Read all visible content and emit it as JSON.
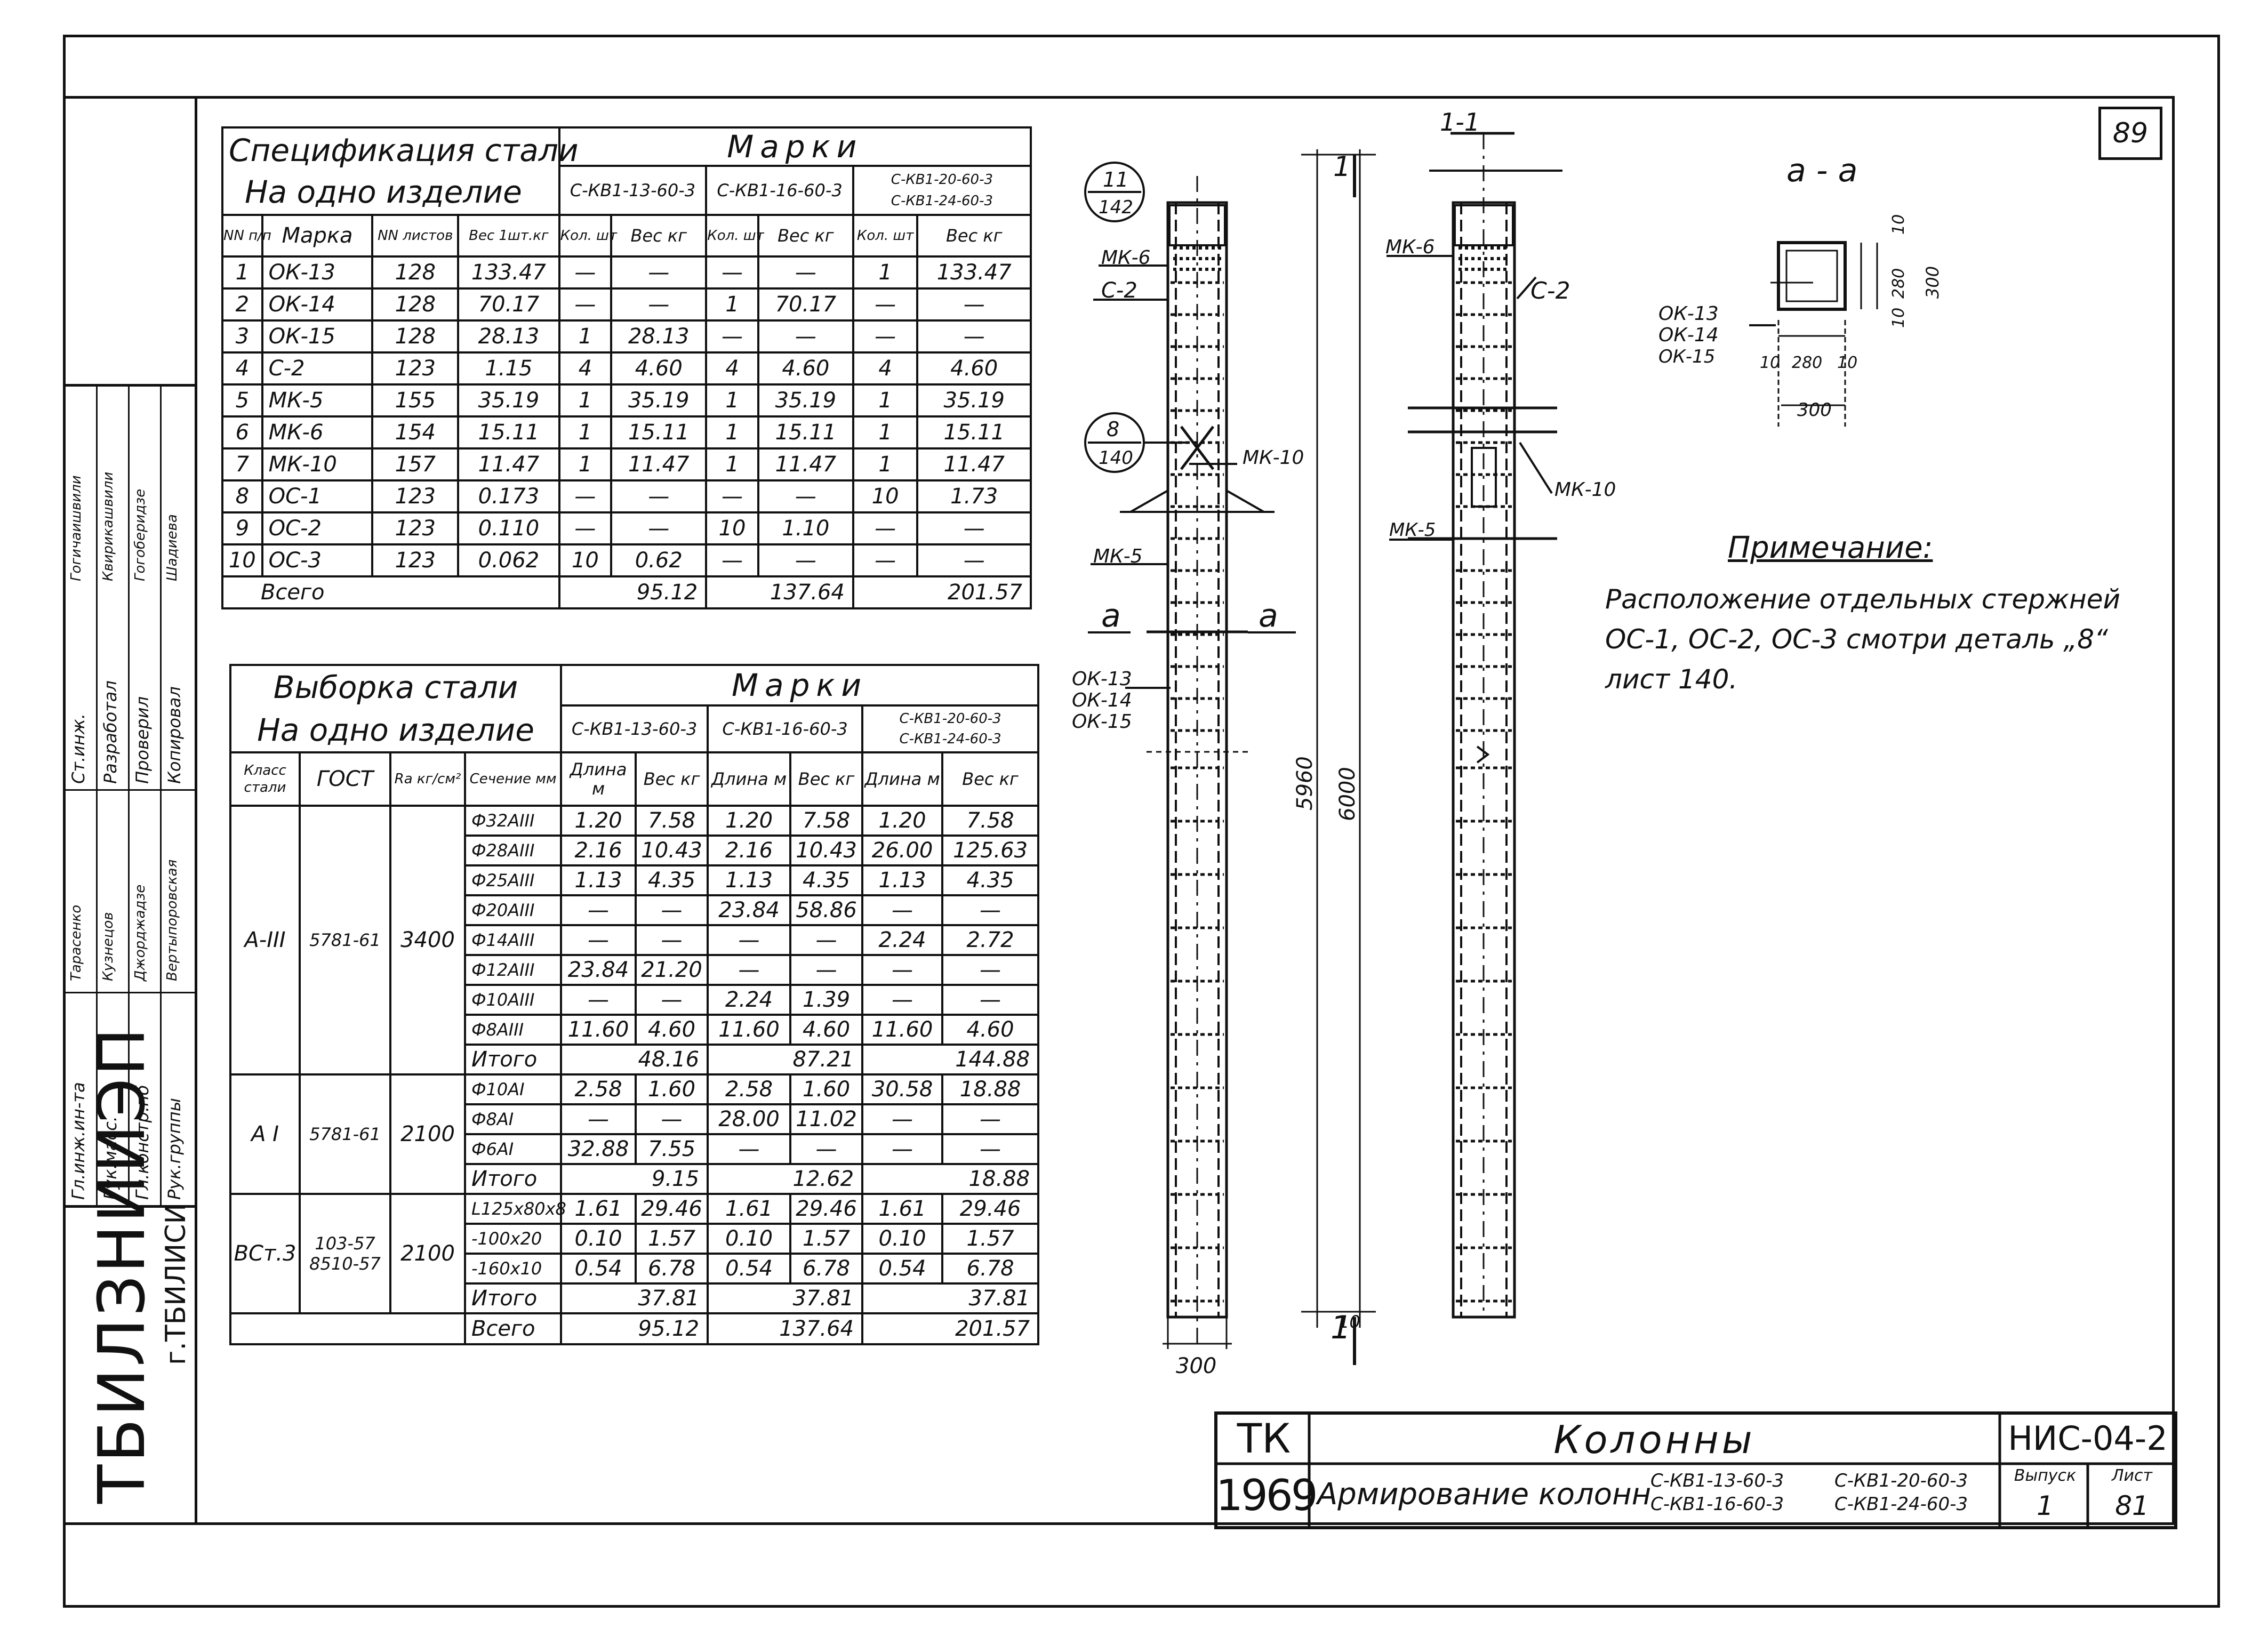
{
  "sheet_number": "89",
  "org": {
    "name": "ТБИЛЗНИИЭП",
    "city": "г.ТБИЛИСИ"
  },
  "signatures": {
    "roles": [
      "Гл.инж.ин-та",
      "Рук.масс.",
      "Гл.констр.пб",
      "Рук.группы"
    ],
    "names": [
      "Тарасенко",
      "Кузнецов",
      "Джорджадзе",
      "Вертыпоровская"
    ],
    "roles2": [
      "Ст.инж.",
      "Разработал",
      "Проверил",
      "Копировал"
    ],
    "names2": [
      "Гогичаишвили",
      "Квирикашвили",
      "Гогоберидзе",
      "Шадиева"
    ]
  },
  "spec": {
    "title_line1": "Спецификация стали",
    "title_line2": "На одно изделие",
    "marks_header": "Марки",
    "brands": [
      "С-КВ1-13-60-3",
      "С-КВ1-16-60-3",
      "С-КВ1-20-60-3",
      "С-КВ1-24-60-3"
    ],
    "col_headers": [
      "NN п/п",
      "Марка",
      "NN листов",
      "Вес 1шт.кг",
      "Кол. шт",
      "Вес кг",
      "Кол. шт",
      "Вес кг",
      "Кол. шт",
      "Вес кг"
    ],
    "rows": [
      [
        "1",
        "ОК-13",
        "128",
        "133.47",
        "—",
        "—",
        "—",
        "—",
        "1",
        "133.47"
      ],
      [
        "2",
        "ОК-14",
        "128",
        "70.17",
        "—",
        "—",
        "1",
        "70.17",
        "—",
        "—"
      ],
      [
        "3",
        "ОК-15",
        "128",
        "28.13",
        "1",
        "28.13",
        "—",
        "—",
        "—",
        "—"
      ],
      [
        "4",
        "С-2",
        "123",
        "1.15",
        "4",
        "4.60",
        "4",
        "4.60",
        "4",
        "4.60"
      ],
      [
        "5",
        "МК-5",
        "155",
        "35.19",
        "1",
        "35.19",
        "1",
        "35.19",
        "1",
        "35.19"
      ],
      [
        "6",
        "МК-6",
        "154",
        "15.11",
        "1",
        "15.11",
        "1",
        "15.11",
        "1",
        "15.11"
      ],
      [
        "7",
        "МК-10",
        "157",
        "11.47",
        "1",
        "11.47",
        "1",
        "11.47",
        "1",
        "11.47"
      ],
      [
        "8",
        "ОС-1",
        "123",
        "0.173",
        "—",
        "—",
        "—",
        "—",
        "10",
        "1.73"
      ],
      [
        "9",
        "ОС-2",
        "123",
        "0.110",
        "—",
        "—",
        "10",
        "1.10",
        "—",
        "—"
      ],
      [
        "10",
        "ОС-3",
        "123",
        "0.062",
        "10",
        "0.62",
        "—",
        "—",
        "—",
        "—"
      ]
    ],
    "total_label": "Всего",
    "totals": [
      "95.12",
      "137.64",
      "201.57"
    ]
  },
  "selection": {
    "title_line1": "Выборка стали",
    "title_line2": "На одно изделие",
    "marks_header": "Марки",
    "brands": [
      "С-КВ1-13-60-3",
      "С-КВ1-16-60-3",
      "С-КВ1-20-60-3",
      "С-КВ1-24-60-3"
    ],
    "col_headers": [
      "Класс стали",
      "ГОСТ",
      "Rа кг/см²",
      "Сечение мм",
      "Длина м",
      "Вес кг",
      "Длина м",
      "Вес кг",
      "Длина м",
      "Вес кг"
    ],
    "groups": [
      {
        "cls": "А-III",
        "gost": "5781-61",
        "ra": "3400",
        "rows": [
          [
            "Ф32АIII",
            "1.20",
            "7.58",
            "1.20",
            "7.58",
            "1.20",
            "7.58"
          ],
          [
            "Ф28АIII",
            "2.16",
            "10.43",
            "2.16",
            "10.43",
            "26.00",
            "125.63"
          ],
          [
            "Ф25АIII",
            "1.13",
            "4.35",
            "1.13",
            "4.35",
            "1.13",
            "4.35"
          ],
          [
            "Ф20АIII",
            "—",
            "—",
            "23.84",
            "58.86",
            "—",
            "—"
          ],
          [
            "Ф14АIII",
            "—",
            "—",
            "—",
            "—",
            "2.24",
            "2.72"
          ],
          [
            "Ф12АIII",
            "23.84",
            "21.20",
            "—",
            "—",
            "—",
            "—"
          ],
          [
            "Ф10АIII",
            "—",
            "—",
            "2.24",
            "1.39",
            "—",
            "—"
          ],
          [
            "Ф8АIII",
            "11.60",
            "4.60",
            "11.60",
            "4.60",
            "11.60",
            "4.60"
          ]
        ],
        "total_label": "Итого",
        "totals": [
          "48.16",
          "87.21",
          "144.88"
        ]
      },
      {
        "cls": "А I",
        "gost": "5781-61",
        "ra": "2100",
        "rows": [
          [
            "Ф10АI",
            "2.58",
            "1.60",
            "2.58",
            "1.60",
            "30.58",
            "18.88"
          ],
          [
            "Ф8АI",
            "—",
            "—",
            "28.00",
            "11.02",
            "—",
            "—"
          ],
          [
            "Ф6АI",
            "32.88",
            "7.55",
            "—",
            "—",
            "—",
            "—"
          ]
        ],
        "total_label": "Итого",
        "totals": [
          "9.15",
          "12.62",
          "18.88"
        ]
      },
      {
        "cls": "ВСт.3",
        "gost": "103-57",
        "gost2": "8510-57",
        "ra": "2100",
        "rows": [
          [
            "L125х80х8",
            "1.61",
            "29.46",
            "1.61",
            "29.46",
            "1.61",
            "29.46"
          ],
          [
            "-100х20",
            "0.10",
            "1.57",
            "0.10",
            "1.57",
            "0.10",
            "1.57"
          ],
          [
            "-160х10",
            "0.54",
            "6.78",
            "0.54",
            "6.78",
            "0.54",
            "6.78"
          ]
        ],
        "total_label": "Итого",
        "totals": [
          "37.81",
          "37.81",
          "37.81"
        ]
      }
    ],
    "grand_label": "Всего",
    "grand_totals": [
      "95.12",
      "137.64",
      "201.57"
    ]
  },
  "drawing": {
    "callout_top_num": "11",
    "callout_top_sheet": "142",
    "callout_mid_num": "8",
    "callout_mid_sheet": "140",
    "labels_left": [
      "МК-6",
      "С-2",
      "МК-5",
      "ОК-13",
      "ОК-14",
      "ОК-15"
    ],
    "label_mk10": "МК-10",
    "section_a": "а",
    "dim_300": "300",
    "dim_5960": "5960",
    "dim_6000": "6000",
    "dim_10": "10",
    "section_11": "1-1",
    "mark_1": "1",
    "right_labels": {
      "mk6": "МК-6",
      "c2": "С-2",
      "mk10": "МК-10",
      "mk5": "МК-5"
    },
    "section_aa": "а - а",
    "aa_labels": [
      "ОК-13",
      "ОК-14",
      "ОК-15"
    ],
    "aa_dims": [
      "10",
      "280",
      "10",
      "300",
      "10",
      "280",
      "10",
      "300"
    ]
  },
  "note": {
    "title": "Примечание:",
    "line1": "Расположение отдельных стержней",
    "line2": "ОС-1, ОС-2, ОС-3 смотри деталь „8“",
    "line3": "лист 140."
  },
  "stamp": {
    "tk": "ТК",
    "year": "1969",
    "title": "Колонны",
    "subtitle": "Армирование колонн",
    "marks_col1": [
      "С-КВ1-13-60-3",
      "С-КВ1-16-60-3"
    ],
    "marks_col2": [
      "С-КВ1-20-60-3",
      "С-КВ1-24-60-3"
    ],
    "code": "НИС-04-2",
    "issue_label": "Выпуск",
    "issue": "1",
    "sheet_label": "Лист",
    "sheet": "81"
  }
}
